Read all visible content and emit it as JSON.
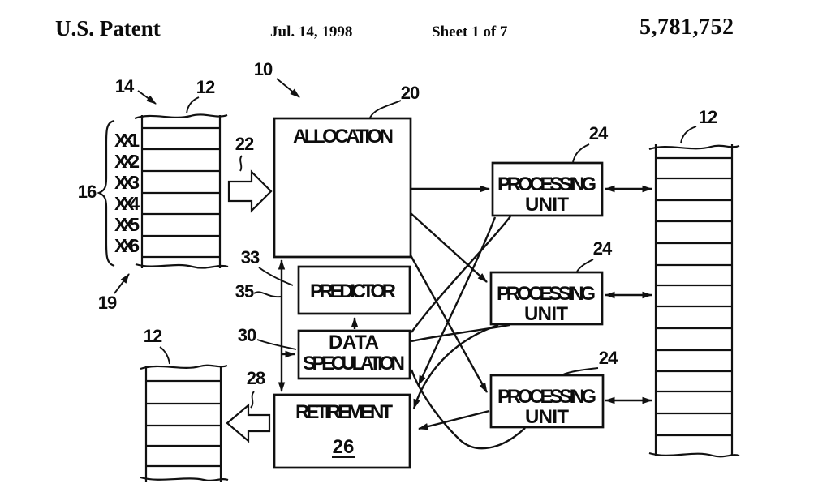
{
  "header": {
    "title": "U.S. Patent",
    "date": "Jul. 14, 1998",
    "sheet": "Sheet 1 of 7",
    "patent_number": "5,781,752"
  },
  "figure": {
    "boxes": {
      "allocation": "ALLOCATION",
      "predictor": "PREDICTOR",
      "data_speculation": [
        "DATA",
        "SPECULATION"
      ],
      "retirement": "RETIREMENT",
      "retirement_number": "26",
      "processing_unit": [
        "PROCESSING",
        "UNIT"
      ]
    },
    "instruction_labels": [
      "XX1",
      "XX2",
      "XX3",
      "XX4",
      "XX5",
      "XX6"
    ],
    "reference_numerals": {
      "system": "10",
      "register_file": "12",
      "program": "14",
      "instruction_group": "16",
      "program_order": "19",
      "allocation": "20",
      "input_arrow": "22",
      "processing_unit": "24",
      "output_arrow": "28",
      "data_speculation": "30",
      "predictor_link": "33",
      "bus": "35"
    }
  }
}
